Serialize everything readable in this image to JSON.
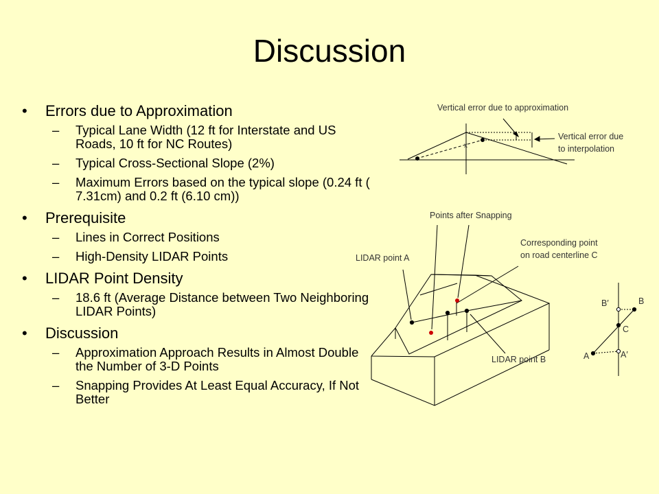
{
  "title": "Discussion",
  "bullets": [
    {
      "text": "Errors due to Approximation",
      "subs": [
        "Typical Lane Width (12 ft for Interstate and US Roads, 10 ft for NC Routes)",
        "Typical Cross-Sectional Slope (2%)",
        "Maximum Errors based on the typical slope (0.24 ft ( 7.31cm) and 0.2 ft (6.10 cm))"
      ]
    },
    {
      "text": "Prerequisite",
      "subs": [
        "Lines in Correct Positions",
        "High-Density LIDAR Points"
      ]
    },
    {
      "text": "LIDAR Point Density",
      "subs": [
        "18.6 ft (Average Distance between Two Neighboring LIDAR Points)"
      ]
    },
    {
      "text": "Discussion",
      "subs": [
        "Approximation Approach Results in Almost Double the Number of 3-D Points",
        "Snapping Provides At Least Equal Accuracy, If Not Better"
      ]
    }
  ],
  "diagram1": {
    "label_top": "Vertical error due to approximation",
    "label_right_1": "Vertical error due",
    "label_right_2": "to interpolation",
    "marker": "x"
  },
  "diagram2": {
    "label_snapping": "Points after Snapping",
    "label_centerline_1": "Corresponding point",
    "label_centerline_2": "on road centerline C",
    "label_point_a": "LIDAR point A",
    "label_point_b": "LIDAR point B",
    "accent_red": "#cc0000"
  },
  "diagram3": {
    "b_prime": "B′",
    "b": "B",
    "c": "C",
    "a": "A",
    "a_prime": "A′"
  }
}
